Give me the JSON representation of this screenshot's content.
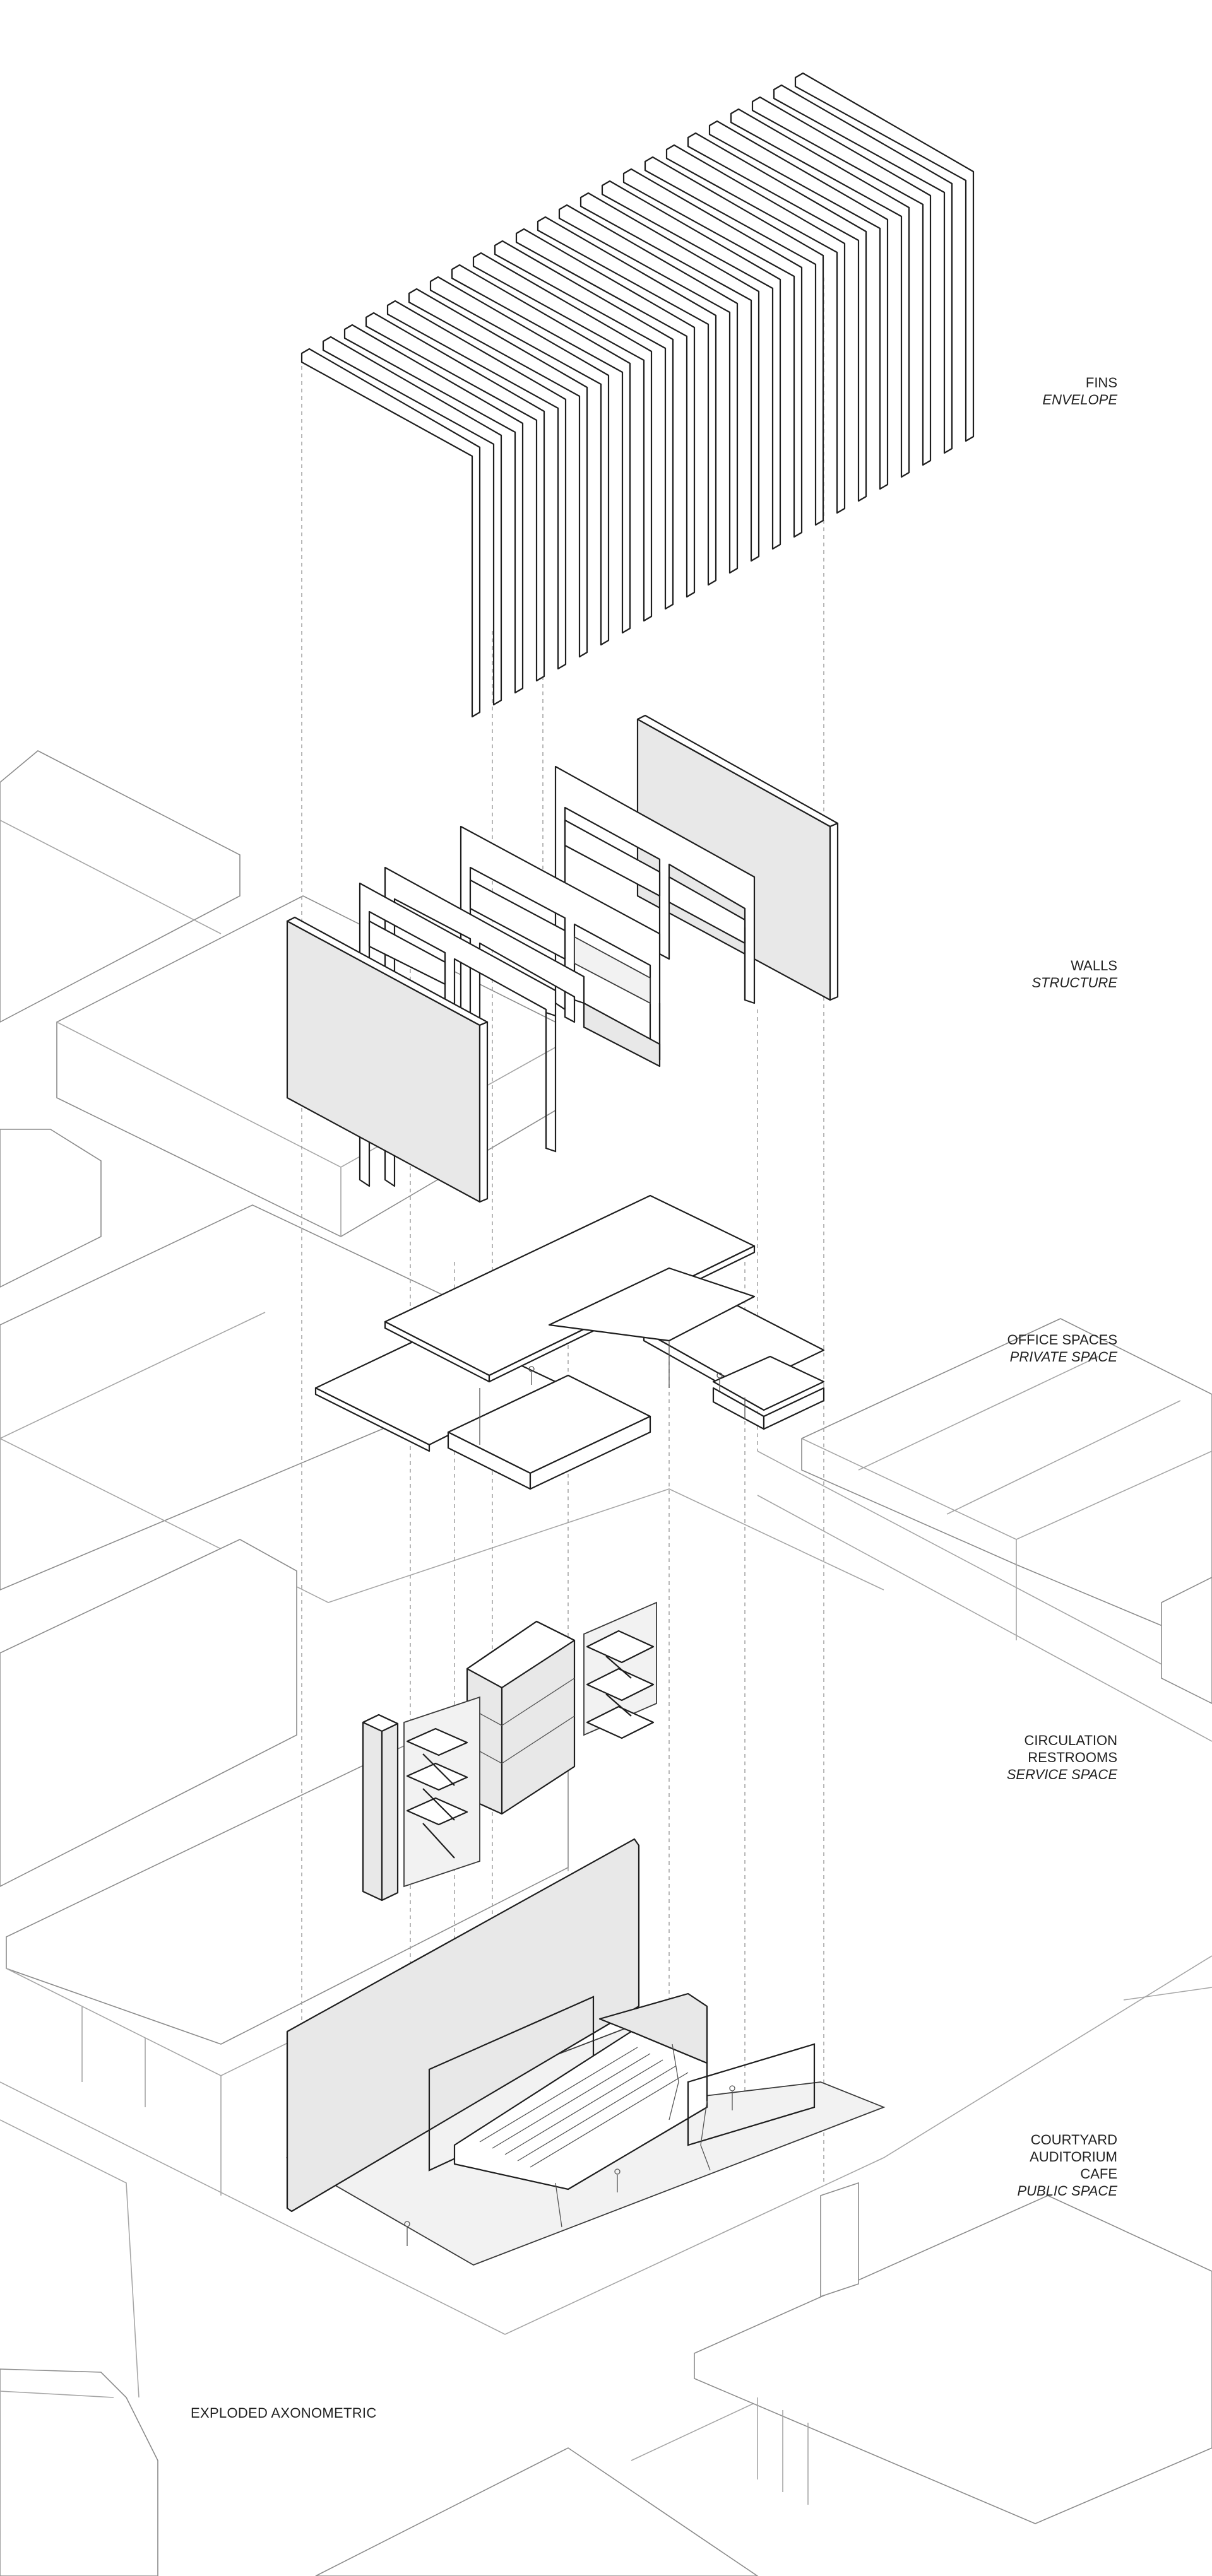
{
  "title": "EXPLODED AXONOMETRIC",
  "layers": [
    {
      "id": "fins",
      "lines": [
        "FINS"
      ],
      "sub": "ENVELOPE"
    },
    {
      "id": "walls",
      "lines": [
        "WALLS"
      ],
      "sub": "STRUCTURE"
    },
    {
      "id": "office",
      "lines": [
        "OFFICE SPACES"
      ],
      "sub": "PRIVATE SPACE"
    },
    {
      "id": "circulation",
      "lines": [
        "CIRCULATION",
        "RESTROOMS"
      ],
      "sub": "SERVICE SPACE"
    },
    {
      "id": "courtyard",
      "lines": [
        "COURTYARD",
        "AUDITORIUM",
        "CAFE"
      ],
      "sub": "PUBLIC SPACE"
    }
  ],
  "colors": {
    "ink": "#1e1e1e",
    "context": "#a6a6a6",
    "fill": "#e8e8e8"
  }
}
